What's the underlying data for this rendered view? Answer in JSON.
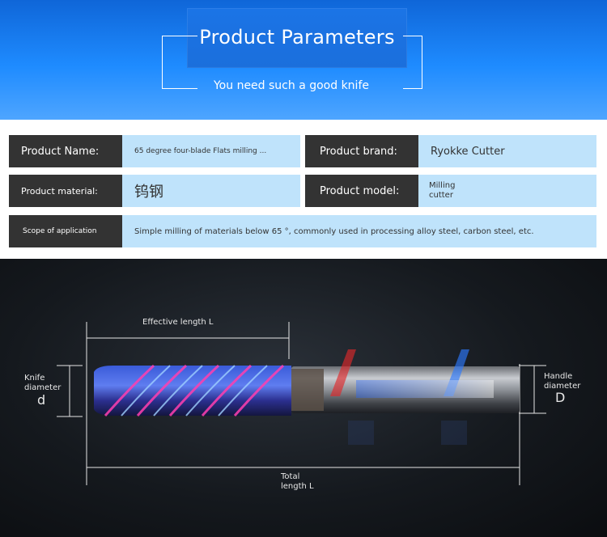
{
  "hero": {
    "title": "Product Parameters",
    "subtitle": "You need such a good knife"
  },
  "params": {
    "product_name_label": "Product Name:",
    "product_name_value": "65 degree four-blade Flats milling ...",
    "product_brand_label": "Product brand:",
    "product_brand_value": "Ryokke Cutter",
    "product_material_label": "Product material:",
    "product_material_value": "钨钢",
    "product_model_label": "Product model:",
    "product_model_value_line1": "Milling",
    "product_model_value_line2": "cutter",
    "scope_label": "Scope of application",
    "scope_value": "Simple milling of materials below 65 °, commonly used in processing alloy steel, carbon steel, etc."
  },
  "diagram": {
    "effective_length": "Effective length L",
    "knife_diameter_line1": "Knife",
    "knife_diameter_line2": "diameter",
    "knife_diameter_symbol": "d",
    "handle_diameter_line1": "Handle",
    "handle_diameter_line2": "diameter",
    "handle_diameter_symbol": "D",
    "total_length_line1": "Total",
    "total_length_line2": "length L"
  },
  "colors": {
    "hero_blue": "#1e8bff",
    "label_bg": "#333333",
    "value_bg": "#bfe3fb",
    "panel_bg": "#15191e"
  }
}
